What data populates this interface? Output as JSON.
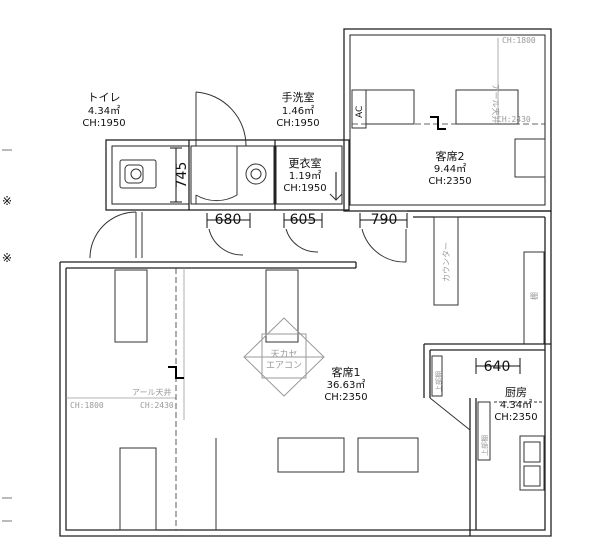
{
  "rooms": {
    "toilet": {
      "name": "トイレ",
      "area": "4.34㎡",
      "ch": "CH:1950"
    },
    "washroom": {
      "name": "手洗室",
      "area": "1.46㎡",
      "ch": "CH:1950"
    },
    "changing": {
      "name": "更衣室",
      "area": "1.19㎡",
      "ch": "CH:1950"
    },
    "guest2": {
      "name": "客席2",
      "area": "9.44㎡",
      "ch": "CH:2350"
    },
    "guest1": {
      "name": "客席1",
      "area": "36.63㎡",
      "ch": "CH:2350"
    },
    "kitchen": {
      "name": "厨房",
      "area": "4.34㎡",
      "ch": "CH:2350"
    }
  },
  "dimensions": {
    "toilet_width": "745",
    "door_680": "680",
    "door_605": "605",
    "door_790": "790",
    "kitchen_640": "640"
  },
  "annotations": {
    "ac": "AC",
    "ch1800_a": "CH:1800",
    "ch1800_b": "CH:1800",
    "ch2430_a": "CH:2430",
    "ch2430_b": "CH:2430",
    "arl_ceiling_a": "アール天井",
    "arl_ceiling_b": "アール天井",
    "ceiling_ac_1": "天カセ",
    "ceiling_ac_2": "エアコン",
    "counter": "カウンター",
    "upper_cab_1": "上部棚",
    "upper_cab_2": "上部棚",
    "shelf": "棚"
  },
  "side_marks": [
    "※",
    "※"
  ]
}
